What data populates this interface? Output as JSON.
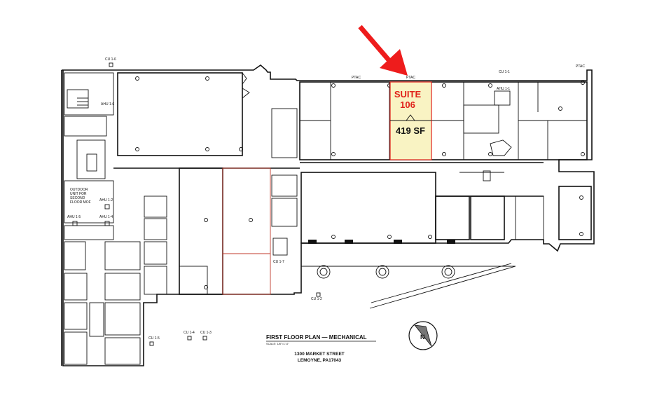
{
  "suite": {
    "title_line1": "SUITE",
    "title_line2": "106",
    "area": "419 SF",
    "highlight_color": "#f9f3c3",
    "outline_color": "#e0221a"
  },
  "arrow": {
    "color": "#ee1c1c"
  },
  "title_block": {
    "title": "FIRST FLOOR PLAN — MECHANICAL",
    "scale": "SCALE: 1/8\"=1'-0\"",
    "address_line1": "1300 MARKET STREET",
    "address_line2": "LEMOYNE, PA17043"
  },
  "north_arrow": {
    "letter": "N"
  },
  "equipment_labels": {
    "cu_1_6": "CU 1-6",
    "cu_1_1": "CU 1-1",
    "cu_1_7": "CU 1-7",
    "cu_1_2": "CU 1-2",
    "cu_1_5": "CU 1-5",
    "cu_1_4": "CU 1-4",
    "cu_1_3": "CU 1-3",
    "ahu_1_6": "AHU 1-6",
    "ahu_1_1": "AHU 1-1",
    "ahu_1_2": "AHU 1-2",
    "ahu_1_4": "AHU 1-4",
    "ahu_1_5": "AHU 1-5",
    "ptac_1": "PTAC",
    "ptac_2": "PTAC",
    "ptac_3": "PTAC",
    "outdoor_unit_1": "OUTDOOR",
    "outdoor_unit_2": "UNIT FOR",
    "outdoor_unit_3": "SECOND",
    "outdoor_unit_4": "FLOOR MOF"
  }
}
